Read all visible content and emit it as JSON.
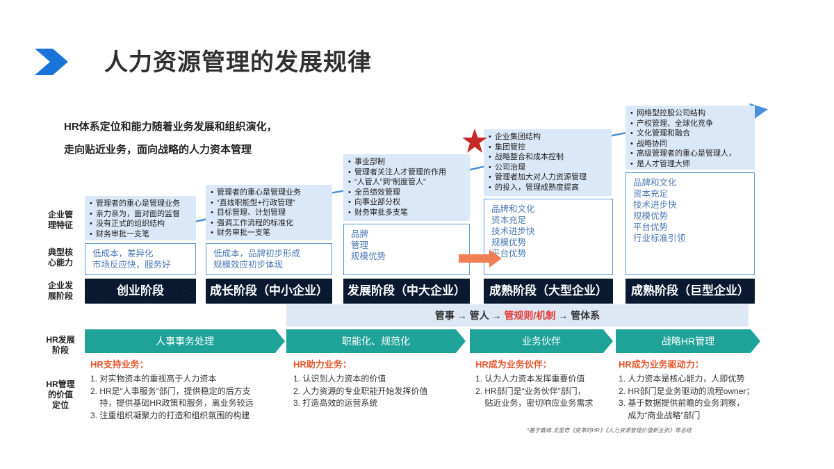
{
  "title": "人力资源管理的发展规律",
  "subtitle_lines": [
    "HR体系定位和能力随着业务发展和组织演化，",
    "走向贴近业务，面向战略的人力资本管理"
  ],
  "row_labels": {
    "features": "企业管理特征",
    "capability": "典型核心能力",
    "stage": "企业发展阶段",
    "hr_stage": "HR发展阶段",
    "hr_value": "HR管理的价值定位"
  },
  "features": [
    [
      "管理者的重心是管理业务",
      "亲力亲为，面对面的监督",
      "没有正式的组织结构",
      "财务审批一支笔"
    ],
    [
      "管理者的重心是管理业务",
      "“直线职能型+行政管理”",
      "目标管理、计划管理",
      "强调工作流程的标准化",
      "财务审批一支笔"
    ],
    [
      "事业部制",
      "管理者关注人才管理的作用",
      "“人管人”到“制度管人”",
      "全员绩效管理",
      "向事业部分权",
      "财务审批多支笔"
    ],
    [
      "企业集团结构",
      "集团管控",
      "战略整合和成本控制",
      "公司治理",
      "管理者加大对人力资源管理",
      "的投入，管理成熟度提高"
    ],
    [
      "网络型控股公司结构",
      "产权管理、全球化竞争",
      "文化管理和融合",
      "战略协同",
      "高级管理者的重心是管理人，",
      "是人才管理大师"
    ]
  ],
  "capabilities": [
    [
      "低成本，差异化",
      "市场反应快，服务好"
    ],
    [
      "低成本，品牌初步形成",
      "规模效应初步体现"
    ],
    [
      "品牌",
      "管理",
      "规模优势"
    ],
    [
      "品牌和文化",
      "资本充足",
      "技术进步快",
      "规模优势",
      "平台优势"
    ],
    [
      "品牌和文化",
      "资本充足",
      "技术进步快",
      "规模优势",
      "平台优势",
      "行业标准引领"
    ]
  ],
  "stages": [
    "创业阶段",
    "成长阶段（中小企业）",
    "发展阶段（中大企业）",
    "成熟阶段（大型企业）",
    "成熟阶段（巨型企业）"
  ],
  "mgmt_path": {
    "p1": "管事 → 管人 → ",
    "highlight": "管规则/机制",
    "p2": " → 管体系"
  },
  "hr_stages": [
    "人事事务处理",
    "职能化、规范化",
    "业务伙伴",
    "战略HR管理"
  ],
  "hr_roles": [
    {
      "title": "HR支持业务：",
      "items": [
        "1. 对实物资本的重视高于人力资本",
        "2. HR是“人事服务”部门，提供稳定的后方支",
        "    持，提供基础HR政策和服务，离业务较远",
        "3. 注重组织凝聚力的打造和组织氛围的构建"
      ]
    },
    {
      "title": "HR助力业务：",
      "items": [
        "1. 认识到人力资本的价值",
        "2. 人力资源的专业职能开始发挥价值",
        "3. 打造高效的运营系统"
      ]
    },
    {
      "title": "HR成为业务伙伴：",
      "items": [
        "1. 认为人力资本发挥重要价值",
        "2. HR部门是“业务伙伴”部门，",
        "    贴近业务，密切响应业务需求"
      ]
    },
    {
      "title": "HR成为业务驱动力：",
      "items": [
        "1. 人力资本是核心能力，人即优势",
        "2. HR部门是业务驱动的流程owner；",
        "3. 基于数据提供前瞻的业务洞察，",
        "    成为“商业战略”部门"
      ]
    }
  ],
  "footnote": "*基于戴维.尤里奇《变革的HR》《人力资源管理价值新主张》等总结",
  "colors": {
    "accent_blue": "#1565c0",
    "teal": "#1fa399",
    "highlight_red": "#e53935",
    "star": "#c62828",
    "orange_arrow": "#f07f56"
  },
  "icons": {
    "header_chevron": "chevron-right-icon",
    "star": "star-icon",
    "arrow": "arrow-right-icon"
  }
}
